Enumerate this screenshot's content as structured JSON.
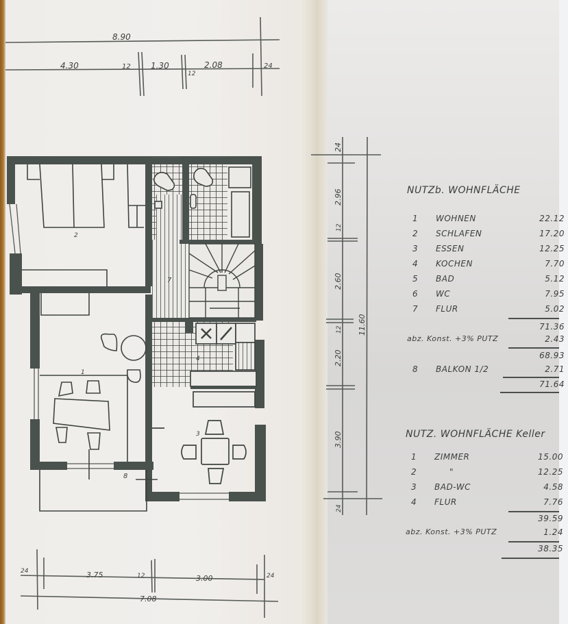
{
  "dimensions": {
    "top_total": "8.90",
    "top_segments": [
      "4.30",
      "12",
      "1.30",
      "12",
      "2.08",
      "24"
    ],
    "bottom_segments": [
      "24",
      "3.75",
      "12",
      "3.00",
      "24"
    ],
    "bottom_total": "7.08",
    "side_segments": [
      "24",
      "2.96",
      "12",
      "2.60",
      "12",
      "2.20",
      "3.90",
      "24"
    ],
    "side_total": "11.60"
  },
  "rooms": {
    "room_2_label": "2",
    "room_1_label": "1",
    "room_3_label": "3",
    "room_4_label": "4",
    "room_7_label": "7",
    "balcony_label": "8"
  },
  "table_upper": {
    "title": "NUTZb. WOHNFLÄCHE",
    "rows": [
      {
        "num": "1",
        "label": "WOHNEN",
        "value": "22.12"
      },
      {
        "num": "2",
        "label": "SCHLAFEN",
        "value": "17.20"
      },
      {
        "num": "3",
        "label": "ESSEN",
        "value": "12.25"
      },
      {
        "num": "4",
        "label": "KOCHEN",
        "value": "7.70"
      },
      {
        "num": "5",
        "label": "BAD",
        "value": "5.12"
      },
      {
        "num": "6",
        "label": "WC",
        "value": "7.95"
      },
      {
        "num": "7",
        "label": "FLUR",
        "value": "5.02"
      }
    ],
    "subtotal": "71.36",
    "deduction_label": "abz. Konst. +3% PUTZ",
    "deduction_value": "2.43",
    "net": "68.93",
    "balcony_num": "8",
    "balcony_label": "BALKON 1/2",
    "balcony_value": "2.71",
    "total": "71.64"
  },
  "table_lower": {
    "title": "NUTZ. WOHNFLÄCHE Keller",
    "rows": [
      {
        "num": "1",
        "label": "ZIMMER",
        "value": "15.00"
      },
      {
        "num": "2",
        "label": "\"",
        "value": "12.25"
      },
      {
        "num": "3",
        "label": "BAD-WC",
        "value": "4.58"
      },
      {
        "num": "4",
        "label": "FLUR",
        "value": "7.76"
      }
    ],
    "subtotal": "39.59",
    "deduction_label": "abz. Konst. +3% PUTZ",
    "deduction_value": "1.24",
    "total": "38.35"
  },
  "colors": {
    "wall": "#4a524e",
    "ink": "#3b3f3d",
    "paper": "#efedea"
  }
}
